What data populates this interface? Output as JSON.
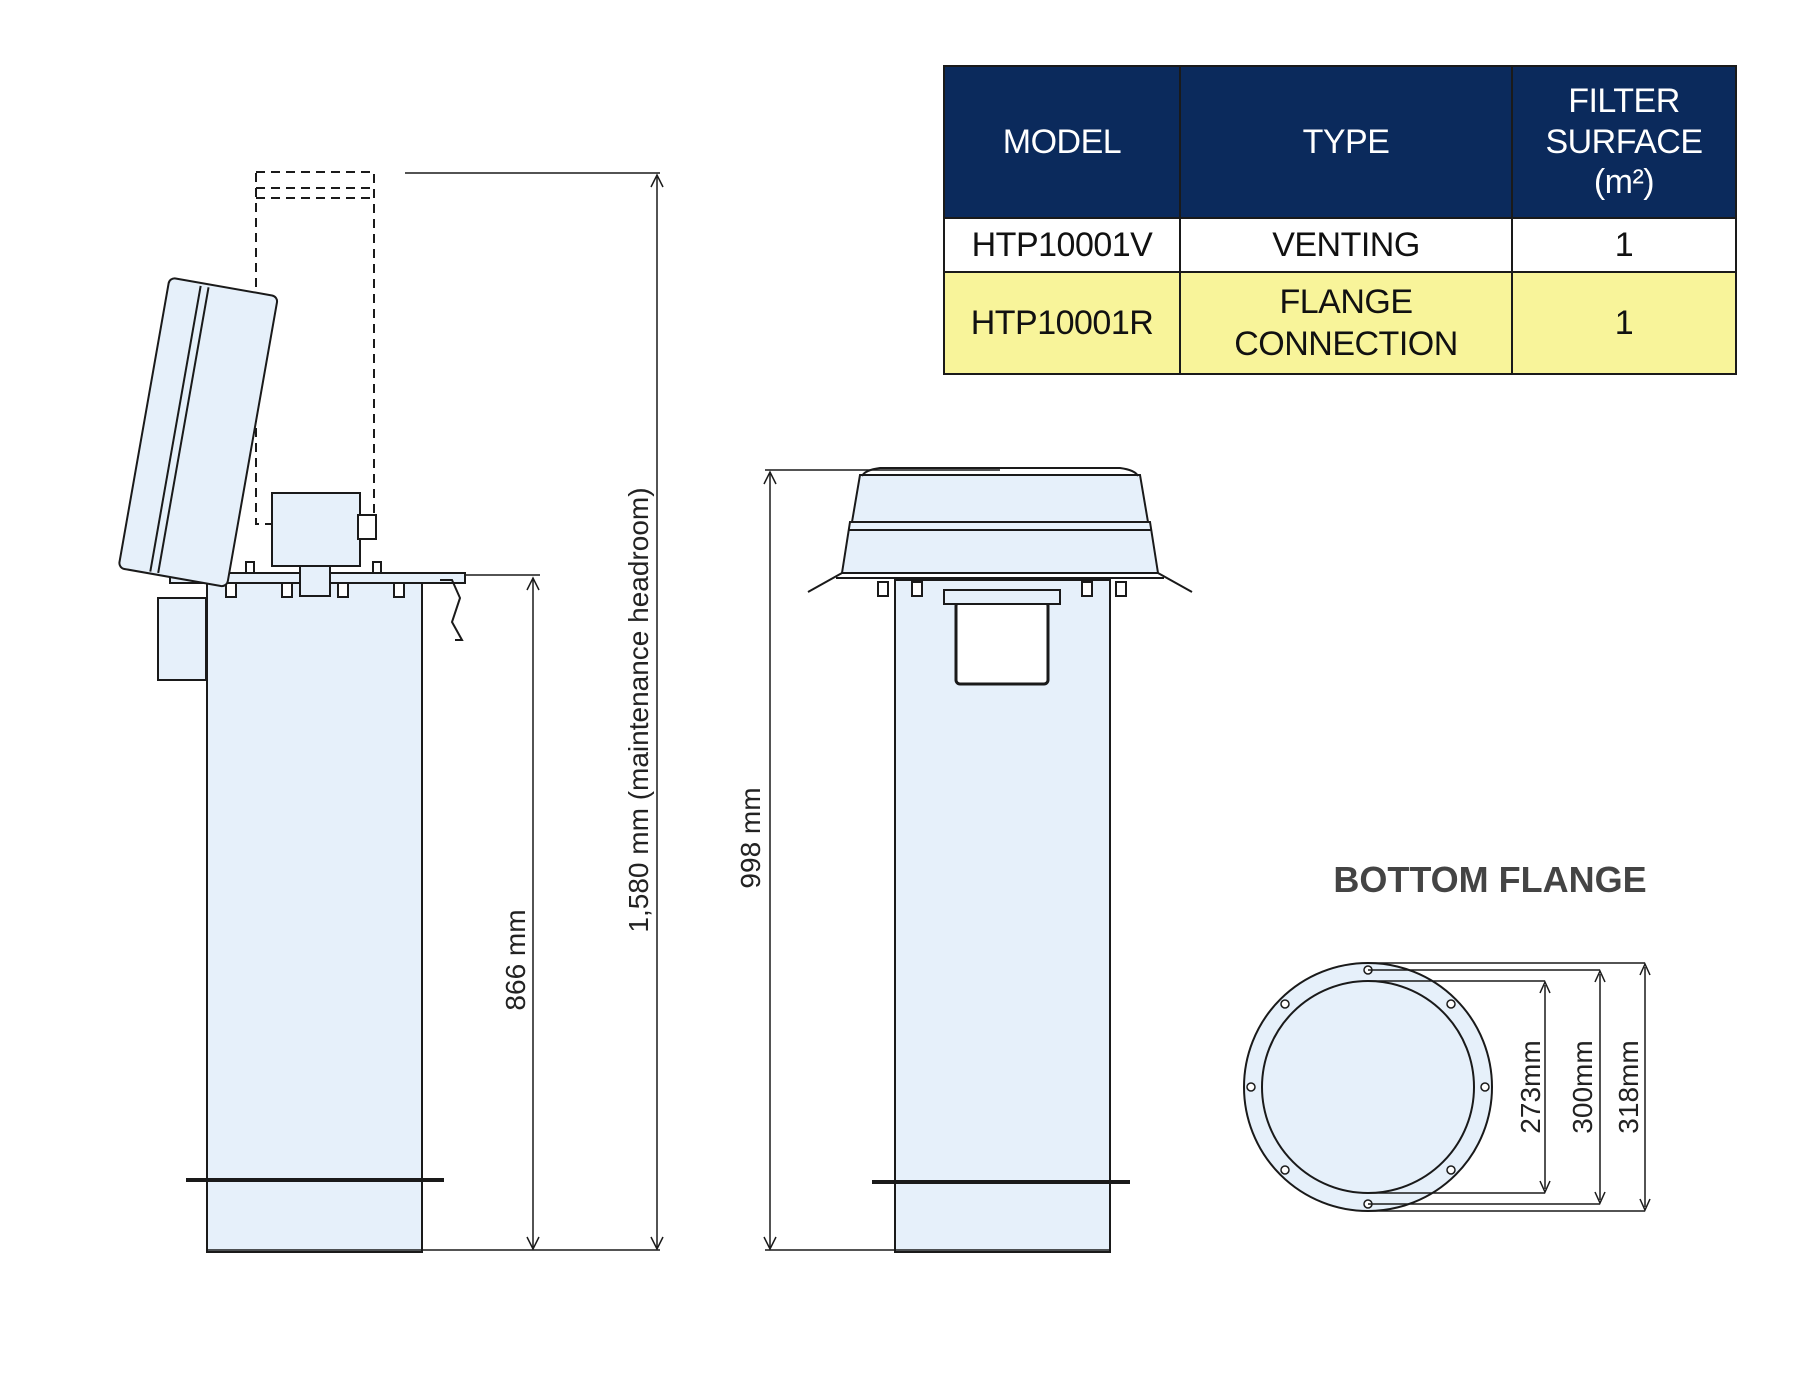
{
  "table": {
    "headers": {
      "model": "MODEL",
      "type": "TYPE",
      "filter_line1": "FILTER",
      "filter_line2": "SURFACE",
      "filter_unit": "(m²)"
    },
    "rows": [
      {
        "model": "HTP10001V",
        "type_line1": "VENTING",
        "type_line2": "",
        "surface": "1",
        "highlighted": false
      },
      {
        "model": "HTP10001R",
        "type_line1": "FLANGE",
        "type_line2": "CONNECTION",
        "surface": "1",
        "highlighted": true
      }
    ]
  },
  "drawing": {
    "dimensions": {
      "headroom": "1,580 mm  (maintenance headroom)",
      "body_height": "866 mm",
      "front_height": "998 mm"
    },
    "bottom_flange": {
      "title": "BOTTOM FLANGE",
      "inner": "273mm",
      "bolt_circle": "300mm",
      "outer": "318mm"
    }
  },
  "colors": {
    "header_bg": "#0b2a5c",
    "highlight_row": "#f8f49a",
    "body_fill": "#e6f0fa"
  }
}
